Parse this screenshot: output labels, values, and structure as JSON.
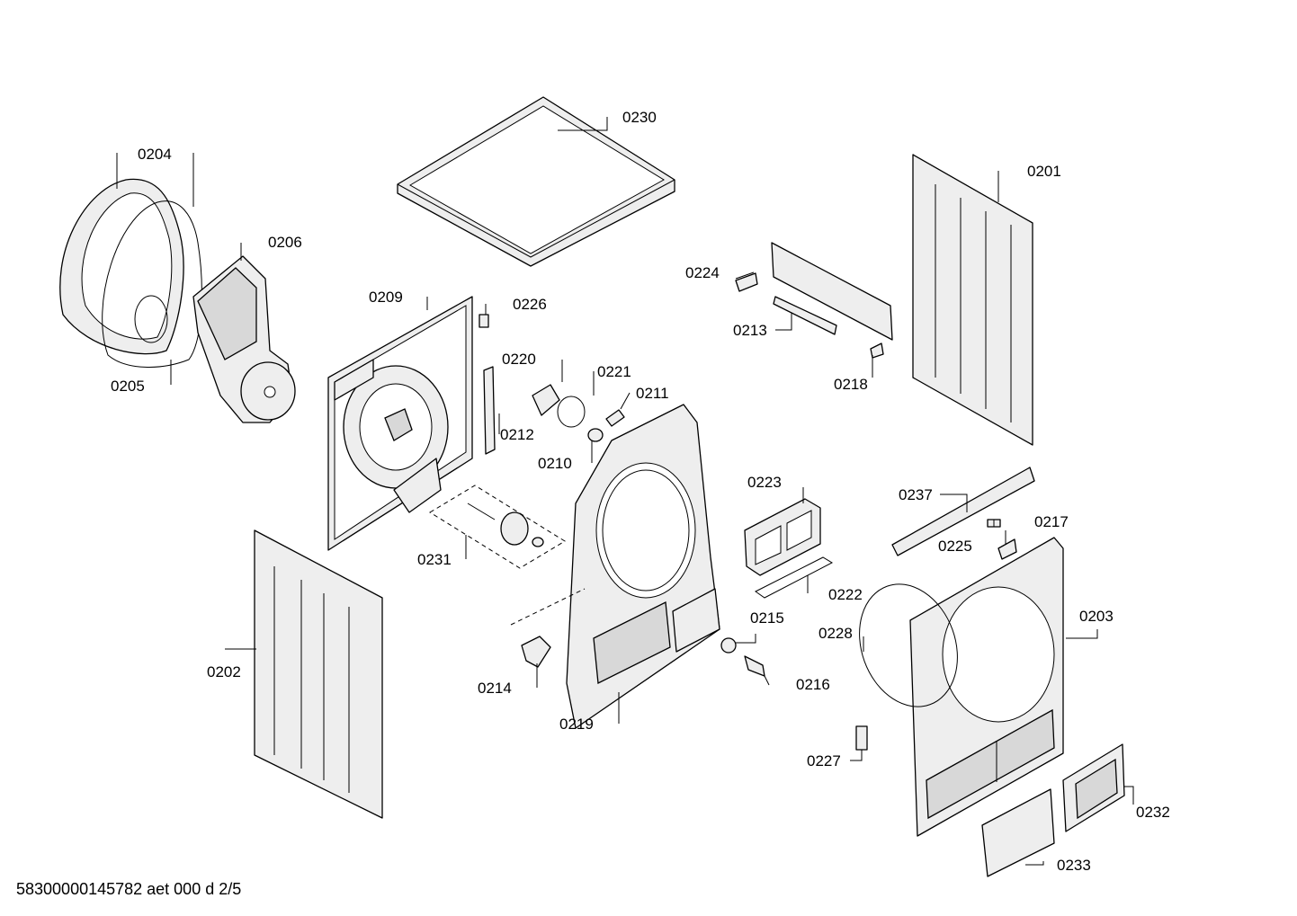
{
  "labels": {
    "p0201": "0201",
    "p0202": "0202",
    "p0203": "0203",
    "p0204": "0204",
    "p0205": "0205",
    "p0206": "0206",
    "p0209": "0209",
    "p0210": "0210",
    "p0211": "0211",
    "p0212": "0212",
    "p0213": "0213",
    "p0214": "0214",
    "p0215": "0215",
    "p0216": "0216",
    "p0217": "0217",
    "p0218": "0218",
    "p0219": "0219",
    "p0220": "0220",
    "p0221": "0221",
    "p0222": "0222",
    "p0223": "0223",
    "p0224": "0224",
    "p0225": "0225",
    "p0226": "0226",
    "p0227": "0227",
    "p0228": "0228",
    "p0230": "0230",
    "p0231": "0231",
    "p0232": "0232",
    "p0233": "0233",
    "p0237": "0237"
  },
  "footer": "58300000145782 aet 000 d 2/5"
}
